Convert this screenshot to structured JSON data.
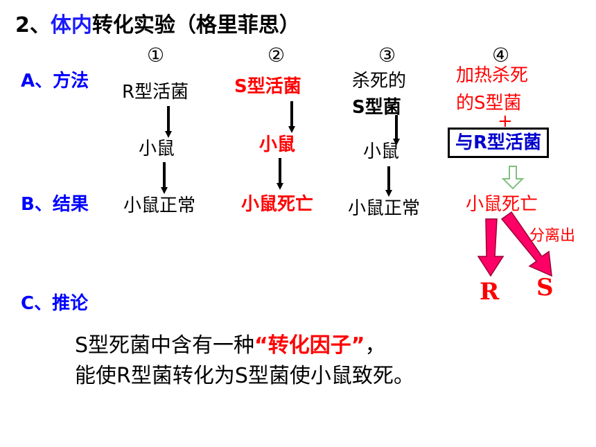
{
  "title": {
    "num": "2",
    "sep": "、",
    "part_blue": "体内",
    "part_rest": "转化实验（格里菲思）"
  },
  "circled": [
    "①",
    "②",
    "③",
    "④"
  ],
  "labels": {
    "method": "A、方法",
    "result": "B、结果",
    "inference": "C、推论"
  },
  "col1": {
    "top": "R型活菌",
    "mid": "小鼠",
    "bottom": "小鼠正常"
  },
  "col2": {
    "top": "S型活菌",
    "mid": "小鼠",
    "bottom": "小鼠死亡"
  },
  "col3": {
    "top_line1": "杀死的",
    "top_line2": "S型菌",
    "mid": "小鼠",
    "bottom": "小鼠正常"
  },
  "col4": {
    "top_line1": "加热杀死",
    "top_line2": "的S型菌",
    "plus": "+",
    "box": "与R型活菌",
    "bottom": "小鼠死亡",
    "separated": "分离出",
    "out_r": "R",
    "out_s": "S"
  },
  "conclusion": {
    "line1_a": "S型死菌中含有一种",
    "line1_q": "“转化因子”",
    "line1_end": "，",
    "line2": "能使R型菌转化为S型菌使小鼠致死。"
  },
  "colors": {
    "blue": "#0000ff",
    "red": "#ff0000",
    "arrow_red": "#ff0066",
    "hollow_arrow": "#99cc99"
  }
}
